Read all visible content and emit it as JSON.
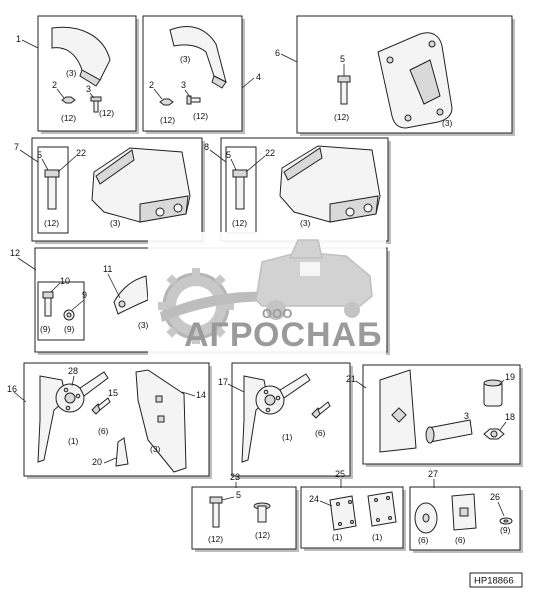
{
  "watermark": {
    "company_prefix": "ООО",
    "company_name": "АГРОСНАБ"
  },
  "figure_ref": "HP18866",
  "callouts": {
    "c1": "1",
    "c2": "2",
    "c3": "3",
    "c4": "4",
    "c5": "5",
    "c6": "6",
    "c7": "7",
    "c8": "8",
    "c9": "9",
    "c10": "10",
    "c11": "11",
    "c12": "12",
    "c14": "14",
    "c15": "15",
    "c16": "16",
    "c17": "17",
    "c18": "18",
    "c19": "19",
    "c20": "20",
    "c21": "21",
    "c22": "22",
    "c23": "23",
    "c24": "24",
    "c25": "25",
    "c26": "26",
    "c27": "27",
    "c28": "28"
  },
  "quantities": {
    "q1": "(1)",
    "q3": "(3)",
    "q6": "(6)",
    "q9": "(9)",
    "q12": "(12)"
  }
}
